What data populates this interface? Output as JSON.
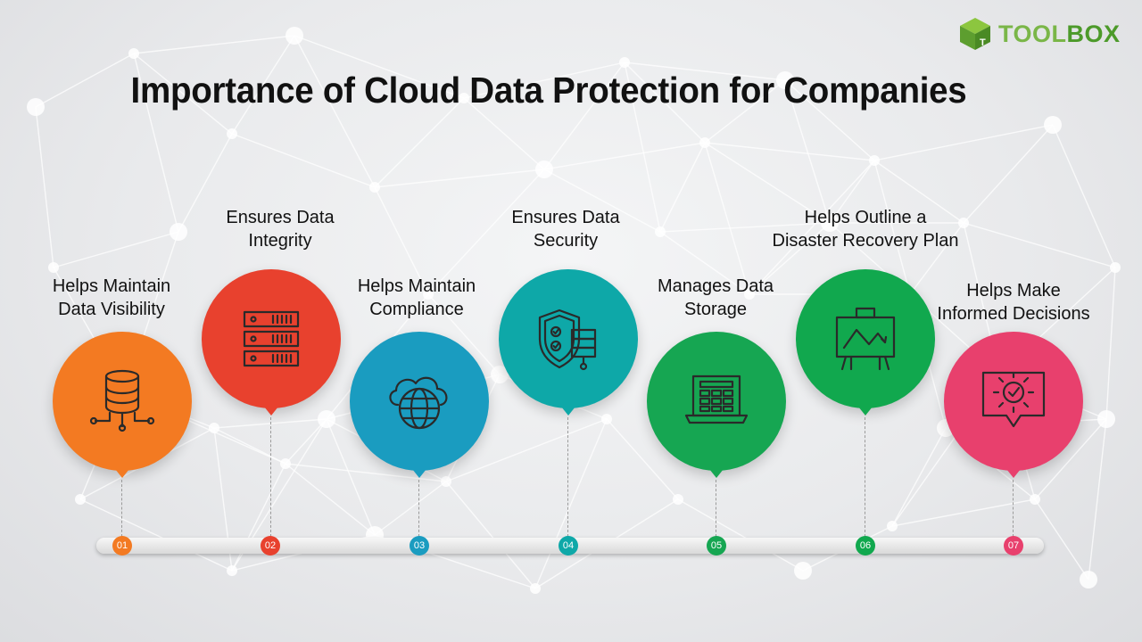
{
  "brand": {
    "part1": "TOOL",
    "part2": "BOX"
  },
  "title": "Importance of Cloud Data Protection for Companies",
  "colors": {
    "step1": "#f37a22",
    "step2": "#e8412e",
    "step3": "#1a9cc0",
    "step4": "#0ea8a8",
    "step5": "#16a652",
    "step6": "#11a84e",
    "step7": "#e8406d"
  },
  "steps": [
    {
      "number": "01",
      "line1": "Helps Maintain",
      "line2": "Data Visibility",
      "icon": "database-icon"
    },
    {
      "number": "02",
      "line1": "Ensures Data",
      "line2": "Integrity",
      "icon": "server-rack-icon"
    },
    {
      "number": "03",
      "line1": "Helps Maintain",
      "line2": "Compliance",
      "icon": "cloud-globe-icon"
    },
    {
      "number": "04",
      "line1": "Ensures Data",
      "line2": "Security",
      "icon": "shield-check-icon"
    },
    {
      "number": "05",
      "line1": "Manages Data",
      "line2": "Storage",
      "icon": "laptop-storage-icon"
    },
    {
      "number": "06",
      "line1": "Helps Outline a",
      "line2": "Disaster Recovery Plan",
      "icon": "presentation-board-icon"
    },
    {
      "number": "07",
      "line1": "Helps Make",
      "line2": "Informed Decisions",
      "icon": "idea-bulb-icon"
    }
  ]
}
